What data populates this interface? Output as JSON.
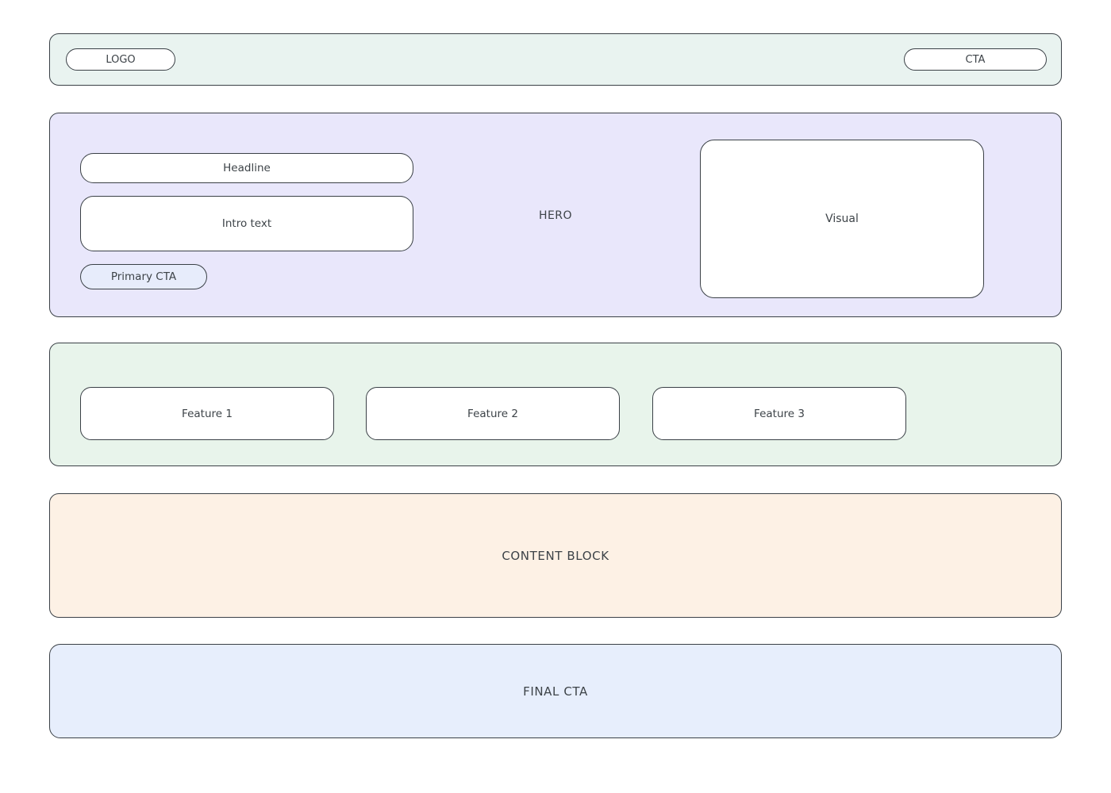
{
  "topbar": {
    "logo_label": "LOGO",
    "cta_label": "CTA"
  },
  "hero": {
    "section_label": "HERO",
    "headline": "Headline",
    "intro": "Intro text",
    "primary_cta_label": "Primary CTA",
    "visual_label": "Visual"
  },
  "features": {
    "items": [
      {
        "label": "Feature 1"
      },
      {
        "label": "Feature 2"
      },
      {
        "label": "Feature 3"
      }
    ]
  },
  "content_block": {
    "label": "CONTENT BLOCK"
  },
  "final_cta": {
    "label": "FINAL CTA"
  },
  "colors": {
    "border": "#3a4046",
    "text": "#3d4348",
    "topbar_bg": "#e9f3f0",
    "hero_bg": "#e9e7fb",
    "primary_cta_bg": "#e7ecfb",
    "features_bg": "#e8f4eb",
    "content_bg": "#fdf1e5",
    "final_bg": "#e7eefc",
    "box_bg": "#ffffff"
  }
}
